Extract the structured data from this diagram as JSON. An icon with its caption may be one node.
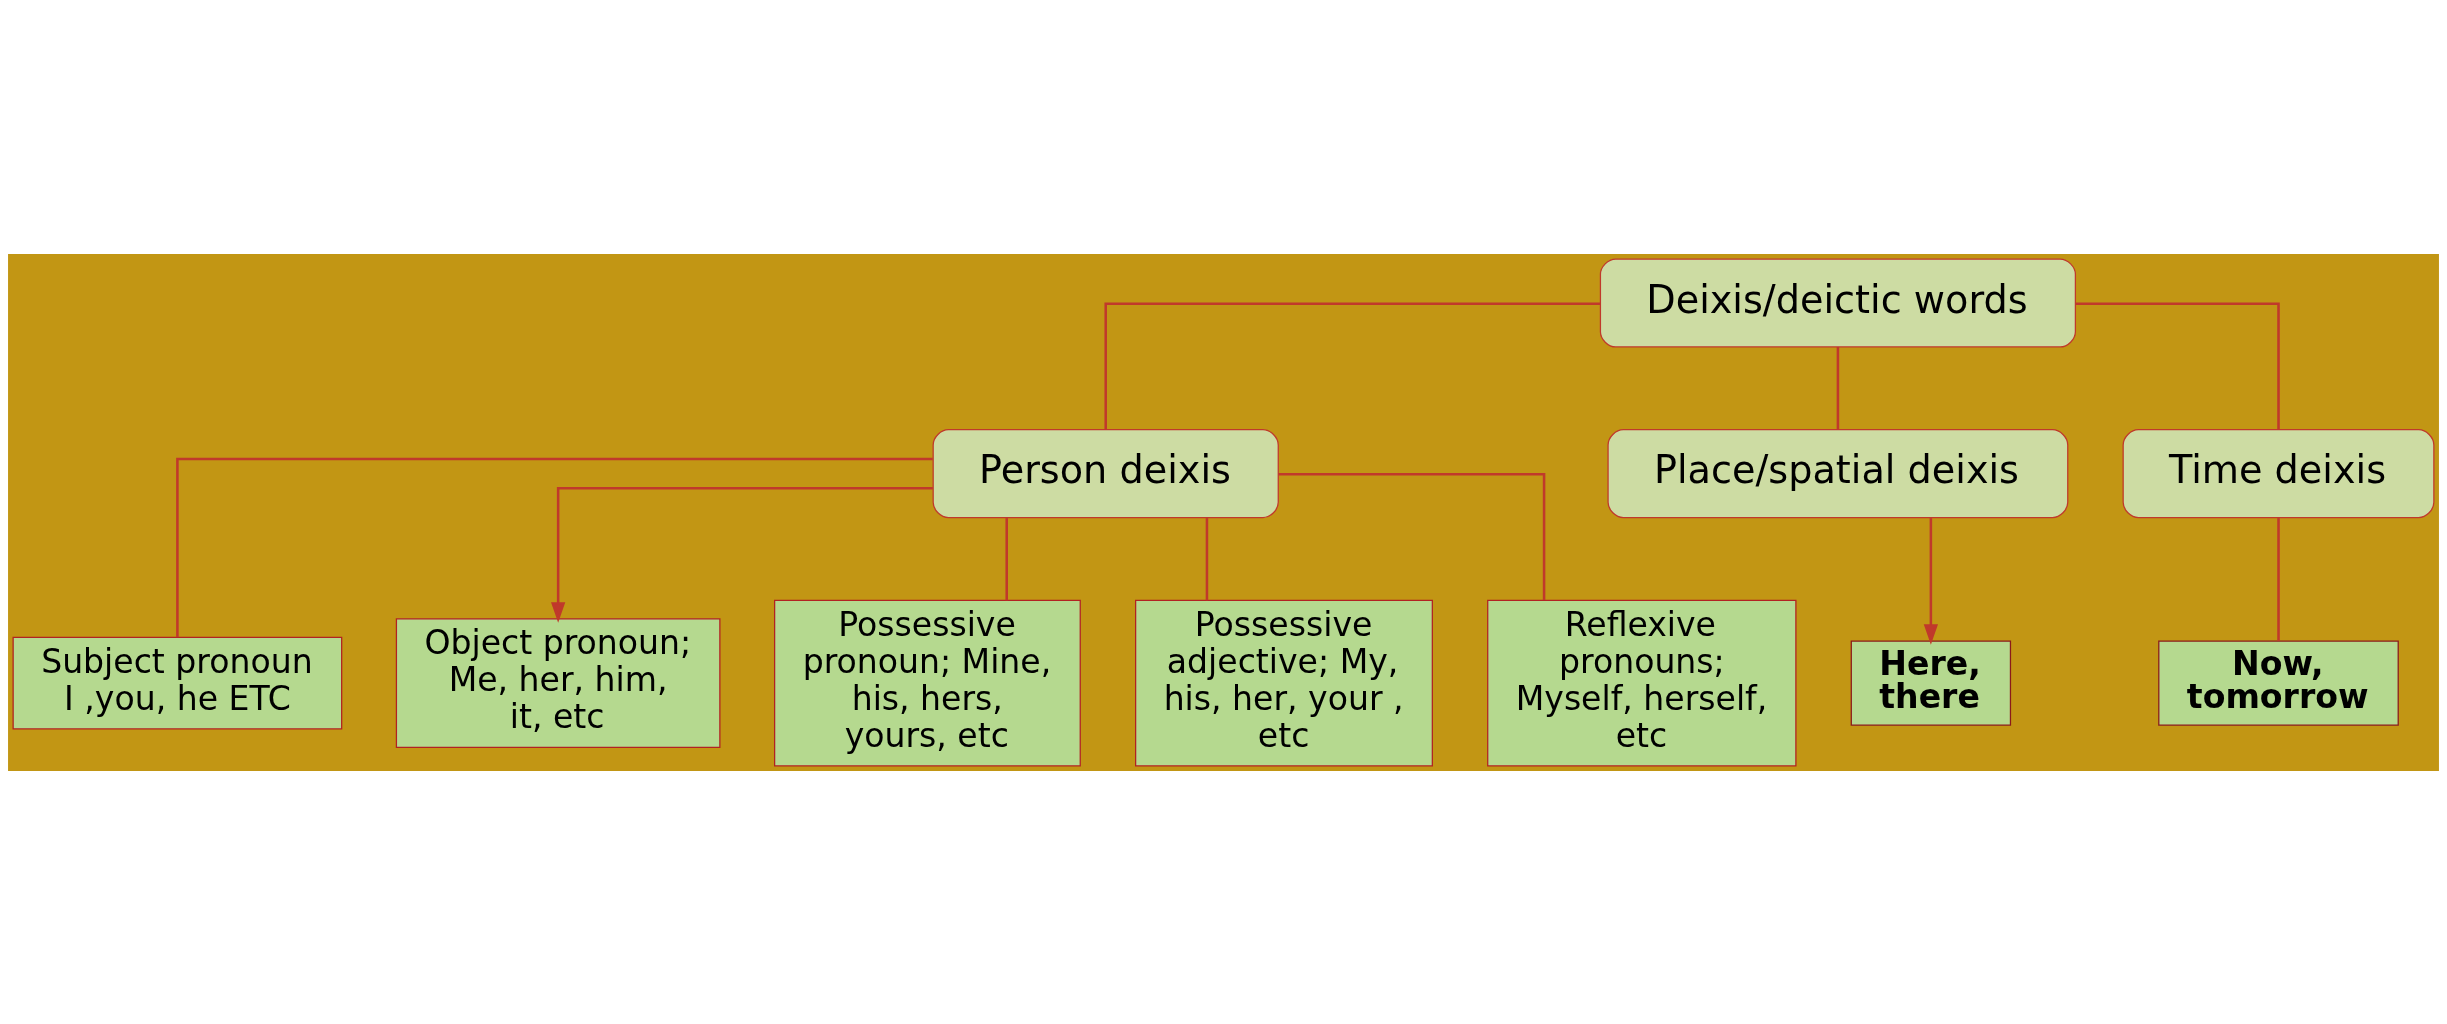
{
  "diagram": {
    "nodes": [
      {
        "text": [
          "Deixis/deictic words"
        ]
      },
      {
        "text": [
          "Person deixis"
        ]
      },
      {
        "text": [
          "Place/spatial deixis"
        ]
      },
      {
        "text": [
          "Time deixis"
        ]
      },
      {
        "text": [
          "Here, there"
        ]
      },
      {
        "text": [
          "Now, tomorrow"
        ]
      },
      {
        "text": [
          "Subject pronoun I ,you, he ETC"
        ]
      },
      {
        "text": [
          "Object pronoun; Me, her, him, it, etc"
        ]
      },
      {
        "text": [
          "Possessive pronoun; Mine, his, hers, yours, etc"
        ]
      },
      {
        "text": [
          "Possessive adjective; My, his, her, your , etc"
        ]
      },
      {
        "text": [
          "Reflexive pronouns; Myself, herself, etc"
        ]
      }
    ],
    "edges": [
      {
        "from": 0,
        "to": 1,
        "arrow": "none"
      },
      {
        "from": 0,
        "to": 2,
        "arrow": "none"
      },
      {
        "from": 0,
        "to": 3,
        "arrow": "none"
      },
      {
        "from": 2,
        "to": 4,
        "arrow": "to"
      },
      {
        "from": 3,
        "to": 5,
        "arrow": "none"
      },
      {
        "from": 1,
        "to": 6,
        "arrow": "none"
      },
      {
        "from": 1,
        "to": 7,
        "arrow": "to"
      },
      {
        "from": 1,
        "to": 8,
        "arrow": "none"
      },
      {
        "from": 1,
        "to": 9,
        "arrow": "none"
      },
      {
        "from": 1,
        "to": 10,
        "arrow": "none"
      }
    ]
  }
}
